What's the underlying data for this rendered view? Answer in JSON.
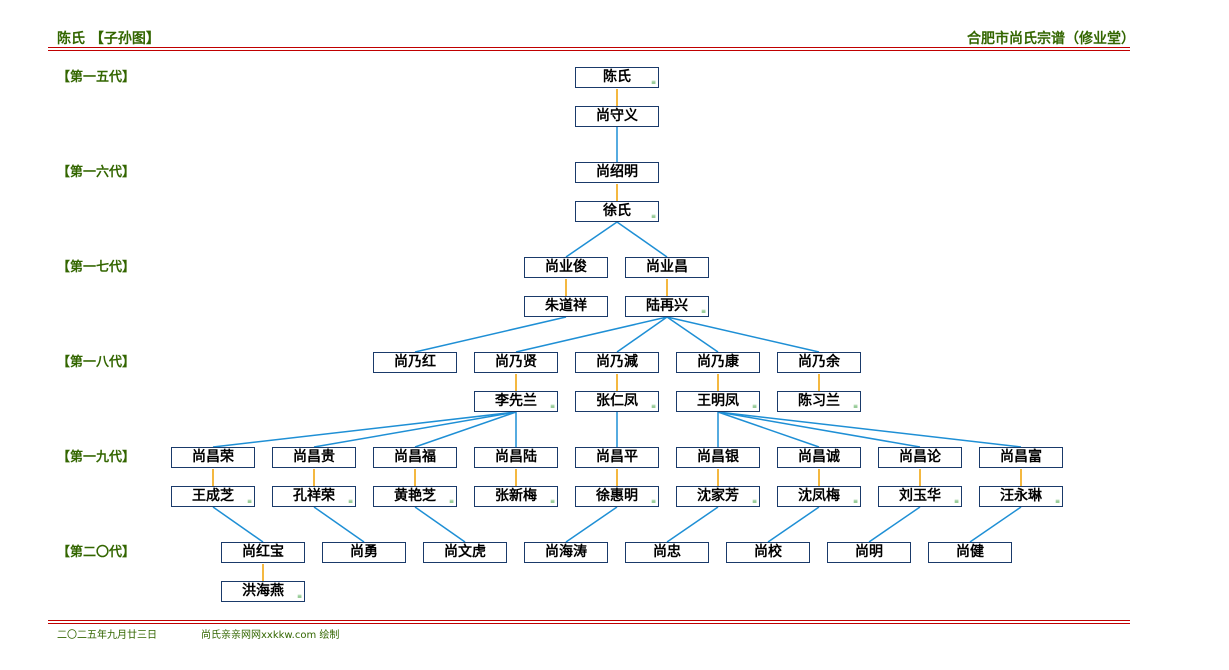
{
  "header": {
    "left": "陈氏 【子孙图】",
    "right": "合肥市尚氏宗谱（修业堂）"
  },
  "generations": [
    "【第一五代】",
    "【第一六代】",
    "【第一七代】",
    "【第一八代】",
    "【第一九代】",
    "【第二〇代】"
  ],
  "persons": {
    "p_chen": "陈氏",
    "p_shouyi": "尚守义",
    "p_shaoming": "尚绍明",
    "p_xu": "徐氏",
    "p_yejun": "尚业俊",
    "p_yechang": "尚业昌",
    "p_zhudaoxiang": "朱道祥",
    "p_luzaixing": "陆再兴",
    "p_naihong": "尚乃红",
    "p_naixian": "尚乃贤",
    "p_naijian": "尚乃減",
    "p_naikang": "尚乃康",
    "p_naiyu": "尚乃余",
    "p_lixianlan": "李先兰",
    "p_zhangrenfeng": "张仁凤",
    "p_wangmingfeng": "王明凤",
    "p_chenxilan": "陈习兰",
    "p_changrong": "尚昌荣",
    "p_changgui": "尚昌贵",
    "p_changfu": "尚昌福",
    "p_changlu": "尚昌陆",
    "p_changping": "尚昌平",
    "p_changyin": "尚昌银",
    "p_changcheng": "尚昌诚",
    "p_changlun": "尚昌论",
    "p_changfu2": "尚昌富",
    "p_wangchengzhi": "王成芝",
    "p_kongxiangrong": "孔祥荣",
    "p_huangyanzhi": "黄艳芝",
    "p_zhangxinmei": "张新梅",
    "p_xuhuiming": "徐惠明",
    "p_shenjiafang": "沈家芳",
    "p_shenfengmei": "沈凤梅",
    "p_liuyuhua": "刘玉华",
    "p_wangyonglin": "汪永琳",
    "p_hongbao": "尚红宝",
    "p_yong": "尚勇",
    "p_wenhu": "尚文虎",
    "p_haitao": "尚海涛",
    "p_zhong": "尚忠",
    "p_xiao": "尚校",
    "p_ming": "尚明",
    "p_jian": "尚健",
    "p_honghaiyan": "洪海燕"
  },
  "spouse_marker": "≡",
  "colors": {
    "descent_line": "#1e8fd5",
    "marriage_line": "#f0a000",
    "header": "#336600",
    "rule": "#c00000"
  },
  "footer": {
    "date": "二〇二五年九月廿三日",
    "credit": "尚氏亲亲网网xxkkw.com 绘制"
  }
}
